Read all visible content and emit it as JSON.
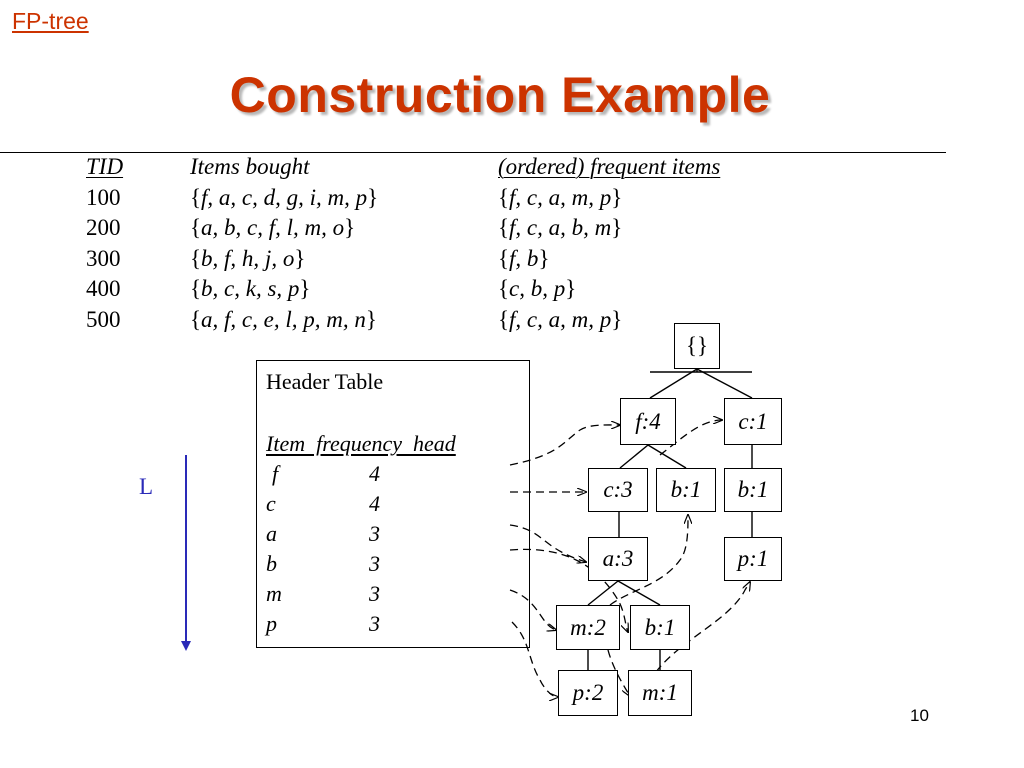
{
  "topic_link": "FP-tree",
  "title": "Construction Example",
  "transactions": {
    "headers": {
      "tid": "TID",
      "items": "Items bought",
      "frequent": "(ordered) frequent items"
    },
    "rows": [
      {
        "tid": "100",
        "items": "f, a, c, d, g, i, m, p",
        "frequent": "f, c, a, m, p"
      },
      {
        "tid": "200",
        "items": "a, b, c, f, l, m, o",
        "frequent": "f, c, a, b, m"
      },
      {
        "tid": "300",
        "items": "b, f, h, j, o",
        "frequent": "f, b"
      },
      {
        "tid": "400",
        "items": "b, c, k, s, p",
        "frequent": "c, b, p"
      },
      {
        "tid": "500",
        "items": "a, f, c, e, l, p, m, n",
        "frequent": "f, c, a, m, p"
      }
    ]
  },
  "header_table": {
    "title": "Header Table",
    "columns": "Item  frequency  head",
    "rows": [
      {
        "item": "f",
        "frequency": "4"
      },
      {
        "item": "c",
        "frequency": "4"
      },
      {
        "item": "a",
        "frequency": "3"
      },
      {
        "item": "b",
        "frequency": "3"
      },
      {
        "item": "m",
        "frequency": "3"
      },
      {
        "item": "p",
        "frequency": "3"
      }
    ]
  },
  "order_arrow_label": "L",
  "tree": {
    "root": "{}",
    "nodes": {
      "f4": "f:4",
      "c1_root": "c:1",
      "c3": "c:3",
      "b1_f": "b:1",
      "b1_c": "b:1",
      "a3": "a:3",
      "p1": "p:1",
      "m2": "m:2",
      "b1_a": "b:1",
      "p2": "p:2",
      "m1": "m:1"
    }
  },
  "page_number": "10",
  "colors": {
    "accent": "#cc3300",
    "arrow": "#2a2ab8",
    "ink": "#000000"
  }
}
